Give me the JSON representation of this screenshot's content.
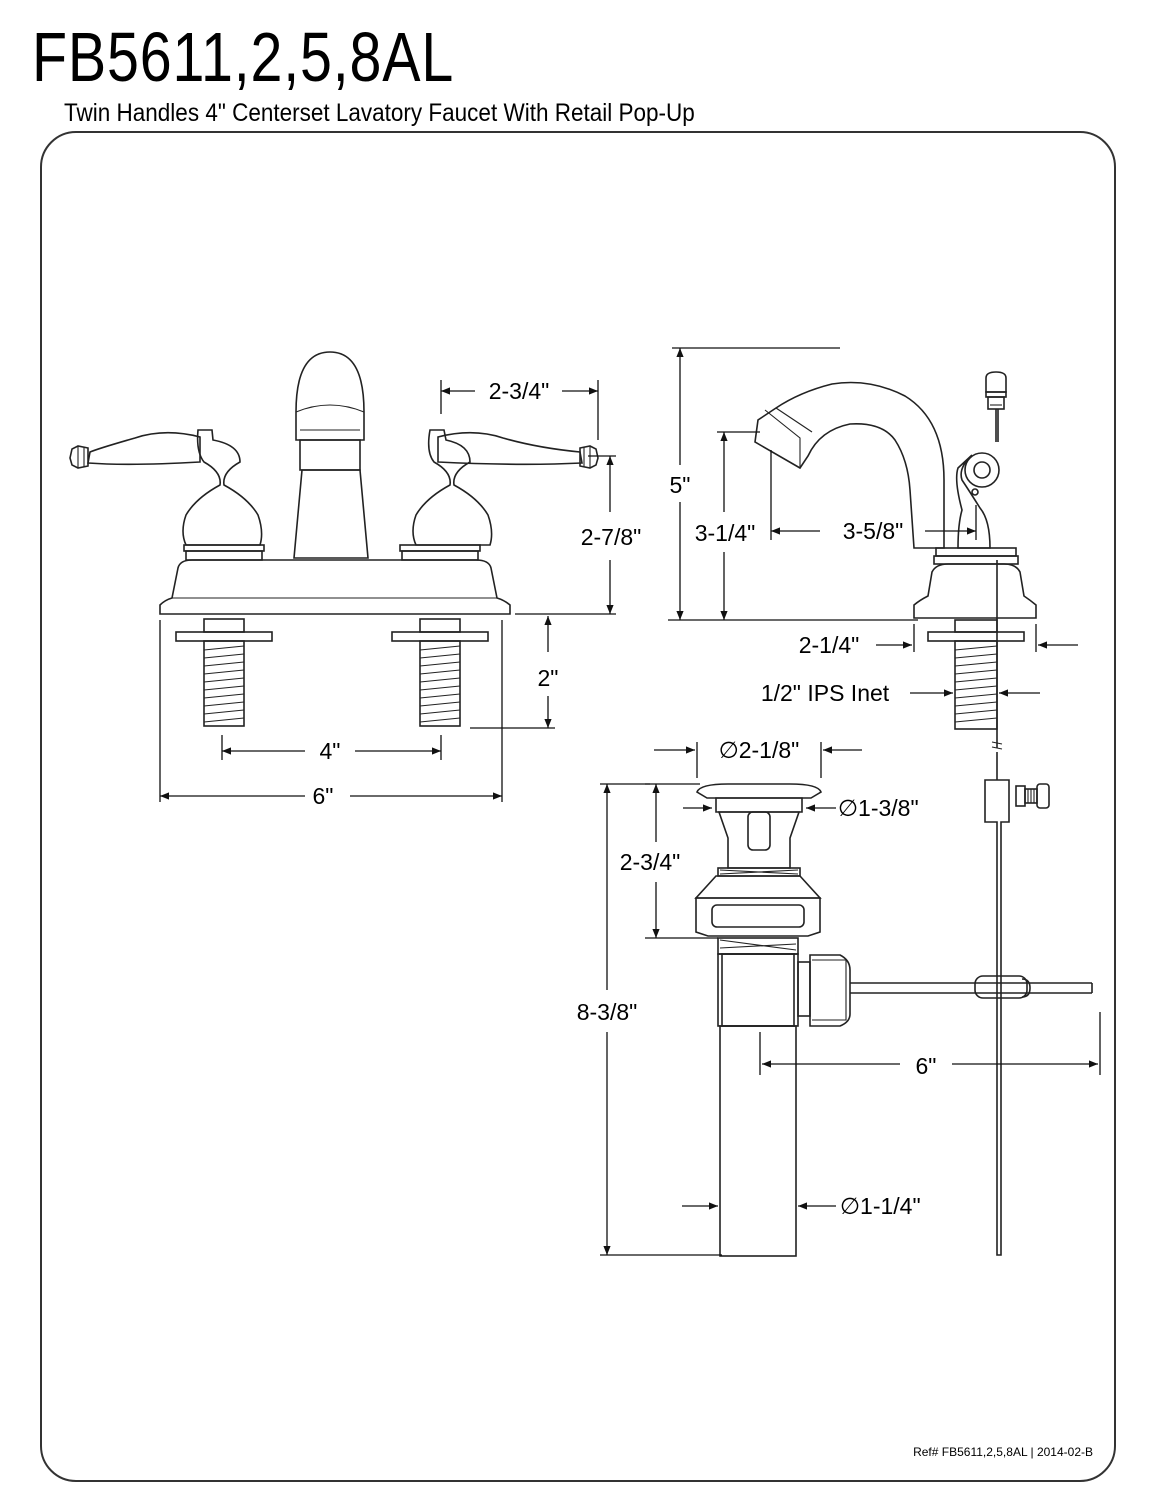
{
  "document": {
    "title": "FB5611,2,5,8AL",
    "subtitle": "Twin Handles 4\" Centerset Lavatory Faucet With Retail Pop-Up",
    "reference": "Ref# FB5611,2,5,8AL  |  2014-02-B"
  },
  "front_view": {
    "dim_handle_width": "2-3/4\"",
    "dim_height": "2-7/8\"",
    "dim_shank": "2\"",
    "dim_center": "4\"",
    "dim_overall_width": "6\""
  },
  "side_view": {
    "dim_total_height": "5\"",
    "dim_spout_height": "3-1/4\"",
    "dim_spout_reach": "3-5/8\"",
    "dim_base": "2-1/4\"",
    "dim_inlet": "1/2\" IPS Inet"
  },
  "drain_view": {
    "dim_flange": "∅2-1/8\"",
    "dim_stopper": "∅1-3/8\"",
    "dim_body": "2-3/4\"",
    "dim_total": "8-3/8\"",
    "dim_rod": "6\"",
    "dim_tail": "∅1-1/4\""
  }
}
